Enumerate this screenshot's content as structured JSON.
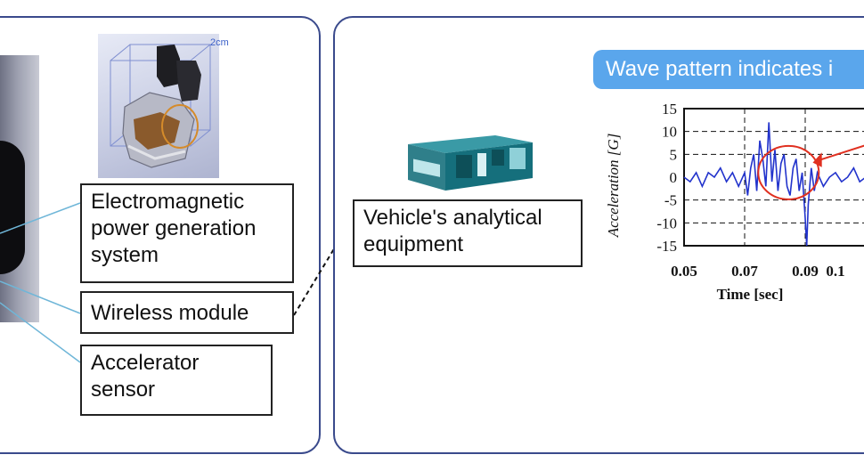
{
  "left_panel": {
    "labels": {
      "power": "Electromagnetic power generation system",
      "power_lines": [
        "Electromagnetic",
        "power generation",
        "system"
      ],
      "wireless": "Wireless module",
      "accel_lines": [
        "Accelerator",
        "sensor"
      ]
    },
    "dimension_label": "2cm"
  },
  "right_panel": {
    "equipment_lines": [
      "Vehicle's analytical",
      "equipment"
    ],
    "callout": "Wave pattern indicates i"
  },
  "colors": {
    "panel_border": "#3a4a8c",
    "leader_line": "#6fb6d8",
    "callout_bg": "#5aa6ec",
    "signal": "#2233cc",
    "highlight": "#e03020"
  },
  "chart_data": {
    "type": "line",
    "xlabel": "Time [sec]",
    "ylabel": "Acceleration [G]",
    "x_ticks": [
      "0.05",
      "0.07",
      "0.09",
      "0.1"
    ],
    "y_ticks": [
      "15",
      "10",
      "5",
      "0",
      "-5",
      "-10",
      "-15"
    ],
    "xlim": [
      0.05,
      0.11
    ],
    "ylim": [
      -15,
      15
    ],
    "series": [
      {
        "x": [
          0.05,
          0.052,
          0.054,
          0.056,
          0.058,
          0.06,
          0.062,
          0.064,
          0.066,
          0.068,
          0.07,
          0.071,
          0.072,
          0.073,
          0.074,
          0.075,
          0.076,
          0.077,
          0.078,
          0.079,
          0.08,
          0.081,
          0.082,
          0.083,
          0.084,
          0.085,
          0.086,
          0.087,
          0.088,
          0.089,
          0.09,
          0.0905,
          0.091,
          0.092,
          0.093,
          0.094,
          0.096,
          0.098,
          0.1,
          0.102,
          0.104,
          0.106,
          0.108,
          0.11
        ],
        "y": [
          0,
          -1,
          1,
          -2,
          1,
          0,
          2,
          -1,
          1,
          -2,
          1,
          -4,
          2,
          5,
          -3,
          8,
          4,
          -2,
          12,
          -1,
          6,
          -3,
          3,
          5,
          -2,
          -4,
          2,
          4,
          -3,
          1,
          -9,
          -15,
          -6,
          2,
          -3,
          1,
          -2,
          0,
          1,
          -1,
          0,
          2,
          -1,
          0
        ]
      }
    ]
  }
}
